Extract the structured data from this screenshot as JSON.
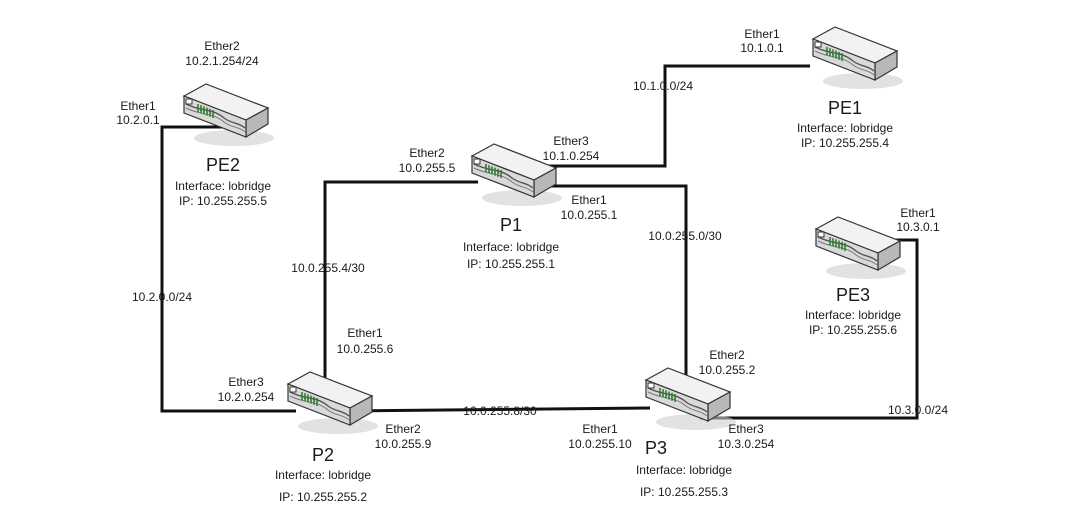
{
  "colors": {
    "wire": "#111111",
    "router_top": "#f2f2f2",
    "router_side": "#b8b8b8",
    "router_front": "#d9d9d9",
    "stripe": "#2e7d32",
    "shadow": "#cfcfcf"
  },
  "routers": {
    "pe1": {
      "name": "PE1",
      "iface": "Interface: lobridge",
      "ip": "IP: 10.255.255.4",
      "icon": "router-icon"
    },
    "pe2": {
      "name": "PE2",
      "iface": "Interface: lobridge",
      "ip": "IP: 10.255.255.5",
      "icon": "router-icon"
    },
    "pe3": {
      "name": "PE3",
      "iface": "Interface: lobridge",
      "ip": "IP: 10.255.255.6",
      "icon": "router-icon"
    },
    "p1": {
      "name": "P1",
      "iface": "Interface: lobridge",
      "ip": "IP: 10.255.255.1",
      "icon": "router-icon"
    },
    "p2": {
      "name": "P2",
      "iface": "Interface: lobridge",
      "ip": "IP: 10.255.255.2",
      "icon": "router-icon"
    },
    "p3": {
      "name": "P3",
      "iface": "Interface: lobridge",
      "ip": "IP: 10.255.255.3",
      "icon": "router-icon"
    }
  },
  "ports": {
    "pe1_ether1": {
      "name": "Ether1",
      "ip": "10.1.0.1"
    },
    "pe2_ether2": {
      "name": "Ether2",
      "ip": "10.2.1.254/24"
    },
    "pe2_ether1": {
      "name": "Ether1",
      "ip": "10.2.0.1"
    },
    "p1_ether2": {
      "name": "Ether2",
      "ip": "10.0.255.5"
    },
    "p1_ether3": {
      "name": "Ether3",
      "ip": "10.1.0.254"
    },
    "p1_ether1": {
      "name": "Ether1",
      "ip": "10.0.255.1"
    },
    "pe3_ether1": {
      "name": "Ether1",
      "ip": "10.3.0.1"
    },
    "p2_ether1": {
      "name": "Ether1",
      "ip": "10.0.255.6"
    },
    "p2_ether3": {
      "name": "Ether3",
      "ip": "10.2.0.254"
    },
    "p2_ether2": {
      "name": "Ether2",
      "ip": "10.0.255.9"
    },
    "p3_ether2": {
      "name": "Ether2",
      "ip": "10.0.255.2"
    },
    "p3_ether1": {
      "name": "Ether1",
      "ip": "10.0.255.10"
    },
    "p3_ether3": {
      "name": "Ether3",
      "ip": "10.3.0.254"
    }
  },
  "networks": {
    "net_10_1_0_0": "10.1.0.0/24",
    "net_10_0_255_0": "10.0.255.0/30",
    "net_10_0_255_4": "10.0.255.4/30",
    "net_10_2_0_0": "10.2.0.0/24",
    "net_10_0_255_8": "10.0.255.8/30",
    "net_10_3_0_0": "10.3.0.0/24"
  }
}
